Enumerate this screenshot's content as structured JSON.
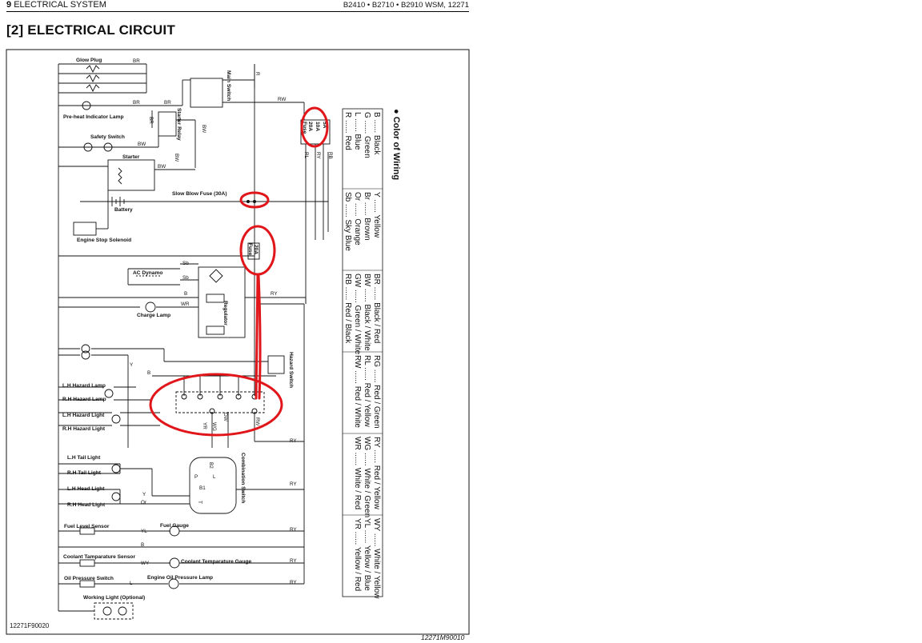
{
  "header": {
    "section_number": "9",
    "section_title": "ELECTRICAL SYSTEM",
    "models": "B2410 • B2710 • B2910 WSM, 12271"
  },
  "page_title": "[2]  ELECTRICAL  CIRCUIT",
  "figure_id": "12271F90020",
  "page_code": "12271M90010",
  "components": {
    "glow_plug": "Glow Plug",
    "preheat_lamp": "Pre-heat Indicator Lamp",
    "safety_switch": "Safety Switch",
    "starter": "Starter",
    "battery": "Battery",
    "slow_blow_fuse": "Slow Blow Fuse (30A)",
    "engine_stop_solenoid": "Engine Stop Solenoid",
    "ac_dynamo": "AC Dynamo",
    "charge_lamp": "Charge Lamp",
    "regulator": "Regulator",
    "main_switch": "Main Switch",
    "starter_relay": "Starter Relay",
    "hazard_switch": "Hazard Switch",
    "lh_hazard_lamp": "L.H Hazard Lamp",
    "rh_hazard_lamp": "R.H Hazard Lamp",
    "lh_hazard_light": "L.H Hazard Light",
    "rh_hazard_light": "R.H Hazard Light",
    "lh_tail_light": "L.H Tail Light",
    "rh_tail_light": "R.H Tail Light",
    "lh_head_light": "L.H Head Light",
    "rh_head_light": "R.H Head Light",
    "combination_switch": "Combination Switch",
    "fuel_level_sensor": "Fuel Level Sensor",
    "fuel_gauge": "Fuel Gauge",
    "coolant_sensor": "Coolant Tamparature Sensor",
    "coolant_gauge": "Coolant Temparature Gauge",
    "oil_pressure_switch": "Oil Pressure Switch",
    "oil_pressure_lamp": "Engine Oil Pressure Lamp",
    "working_light": "Working Light (Optional)",
    "fuse": "Fuse",
    "fuse_20a": "20A",
    "fuse_10a": "10A",
    "fuse_5a": "5A"
  },
  "wire_codes": {
    "BR": "BR",
    "B": "B",
    "R": "R",
    "RW": "RW",
    "BW": "BW",
    "Sb": "Sb",
    "WR": "WR",
    "RY": "RY",
    "Y": "Y",
    "Or": "Or",
    "YL": "YL",
    "WY": "WY",
    "L": "L",
    "RL": "RL",
    "YR": "YR",
    "WG": "WG",
    "GW": "GW",
    "RB": "RB",
    "B1": "B1",
    "B2": "B2",
    "T": "T",
    "P": "P"
  },
  "legend": {
    "title": "Color of Wiring",
    "bullet": "●",
    "columns": [
      [
        {
          "code": "B",
          "name": "Black"
        },
        {
          "code": "G",
          "name": "Green"
        },
        {
          "code": "L",
          "name": "Blue"
        },
        {
          "code": "R",
          "name": "Red"
        }
      ],
      [
        {
          "code": "Y",
          "name": "Yellow"
        },
        {
          "code": "Br",
          "name": "Brown"
        },
        {
          "code": "Or",
          "name": "Orange"
        },
        {
          "code": "Sb",
          "name": "Sky Blue"
        }
      ],
      [
        {
          "code": "BR",
          "name": "Black / Red"
        },
        {
          "code": "BW",
          "name": "Black / White"
        },
        {
          "code": "GW",
          "name": "Green / White"
        },
        {
          "code": "RB",
          "name": "Red / Black"
        }
      ],
      [
        {
          "code": "RG",
          "name": "Red / Green"
        },
        {
          "code": "RL",
          "name": "Red / Yellow"
        },
        {
          "code": "RW",
          "name": "Red / White"
        },
        {
          "code": "",
          "name": ""
        }
      ],
      [
        {
          "code": "RY",
          "name": "Red / Yellow"
        },
        {
          "code": "WG",
          "name": "White / Green"
        },
        {
          "code": "WR",
          "name": "White / Red"
        },
        {
          "code": "",
          "name": ""
        }
      ],
      [
        {
          "code": "WY",
          "name": "White / Yellow"
        },
        {
          "code": "YL",
          "name": "Yellow / Blue"
        },
        {
          "code": "YR",
          "name": "Yellow / Red"
        },
        {
          "code": "",
          "name": ""
        }
      ]
    ],
    "separator": "......"
  },
  "colors": {
    "ink": "#111111",
    "annotation_red": "#e0161b"
  }
}
